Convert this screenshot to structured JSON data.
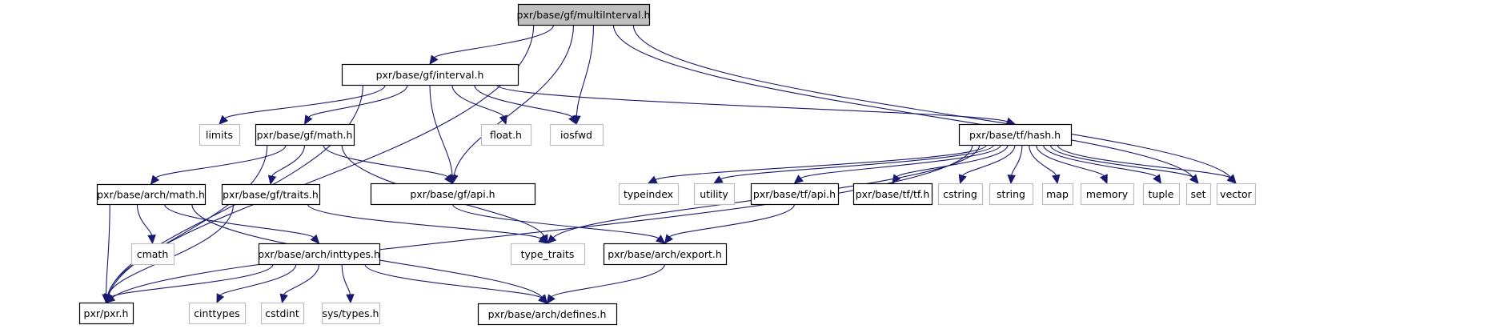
{
  "title": "pxr/base/gf/multiInterval.h include dependency graph",
  "colors": {
    "edge": "#191970",
    "root_fill": "#bfbfbf",
    "internal_border": "#000000",
    "external_border": "#bfbfbf"
  },
  "nodes": [
    {
      "id": "multiInterval",
      "label": "pxr/base/gf/multiInterval.h",
      "kind": "root"
    },
    {
      "id": "interval",
      "label": "pxr/base/gf/interval.h",
      "kind": "internal"
    },
    {
      "id": "limits",
      "label": "limits",
      "kind": "external"
    },
    {
      "id": "gfmath",
      "label": "pxr/base/gf/math.h",
      "kind": "internal"
    },
    {
      "id": "float",
      "label": "float.h",
      "kind": "external"
    },
    {
      "id": "iosfwd",
      "label": "iosfwd",
      "kind": "external"
    },
    {
      "id": "hash",
      "label": "pxr/base/tf/hash.h",
      "kind": "internal"
    },
    {
      "id": "archmath",
      "label": "pxr/base/arch/math.h",
      "kind": "internal"
    },
    {
      "id": "traits",
      "label": "pxr/base/gf/traits.h",
      "kind": "internal"
    },
    {
      "id": "gfapi",
      "label": "pxr/base/gf/api.h",
      "kind": "internal"
    },
    {
      "id": "typeindex",
      "label": "typeindex",
      "kind": "external"
    },
    {
      "id": "utility",
      "label": "utility",
      "kind": "external"
    },
    {
      "id": "tfapi",
      "label": "pxr/base/tf/api.h",
      "kind": "internal"
    },
    {
      "id": "tftf",
      "label": "pxr/base/tf/tf.h",
      "kind": "internal"
    },
    {
      "id": "cstring",
      "label": "cstring",
      "kind": "external"
    },
    {
      "id": "string",
      "label": "string",
      "kind": "external"
    },
    {
      "id": "map",
      "label": "map",
      "kind": "external"
    },
    {
      "id": "memory",
      "label": "memory",
      "kind": "external"
    },
    {
      "id": "tuple",
      "label": "tuple",
      "kind": "external"
    },
    {
      "id": "set",
      "label": "set",
      "kind": "external"
    },
    {
      "id": "vector",
      "label": "vector",
      "kind": "external"
    },
    {
      "id": "cmath",
      "label": "cmath",
      "kind": "external"
    },
    {
      "id": "inttypes",
      "label": "pxr/base/arch/inttypes.h",
      "kind": "internal"
    },
    {
      "id": "type_traits",
      "label": "type_traits",
      "kind": "external"
    },
    {
      "id": "export",
      "label": "pxr/base/arch/export.h",
      "kind": "internal"
    },
    {
      "id": "pxr",
      "label": "pxr/pxr.h",
      "kind": "internal"
    },
    {
      "id": "cinttypes",
      "label": "cinttypes",
      "kind": "external"
    },
    {
      "id": "cstdint",
      "label": "cstdint",
      "kind": "external"
    },
    {
      "id": "systypes",
      "label": "sys/types.h",
      "kind": "external"
    },
    {
      "id": "defines",
      "label": "pxr/base/arch/defines.h",
      "kind": "internal"
    }
  ],
  "edges": [
    [
      "multiInterval",
      "pxr"
    ],
    [
      "multiInterval",
      "interval"
    ],
    [
      "multiInterval",
      "iosfwd"
    ],
    [
      "multiInterval",
      "gfapi"
    ],
    [
      "multiInterval",
      "set"
    ],
    [
      "multiInterval",
      "vector"
    ],
    [
      "interval",
      "pxr"
    ],
    [
      "interval",
      "limits"
    ],
    [
      "interval",
      "gfmath"
    ],
    [
      "interval",
      "float"
    ],
    [
      "interval",
      "iosfwd"
    ],
    [
      "interval",
      "gfapi"
    ],
    [
      "interval",
      "hash"
    ],
    [
      "gfmath",
      "pxr"
    ],
    [
      "gfmath",
      "archmath"
    ],
    [
      "gfmath",
      "traits"
    ],
    [
      "gfmath",
      "gfapi"
    ],
    [
      "gfmath",
      "type_traits"
    ],
    [
      "archmath",
      "pxr"
    ],
    [
      "archmath",
      "cmath"
    ],
    [
      "archmath",
      "inttypes"
    ],
    [
      "archmath",
      "defines"
    ],
    [
      "traits",
      "pxr"
    ],
    [
      "traits",
      "type_traits"
    ],
    [
      "gfapi",
      "export"
    ],
    [
      "hash",
      "pxr"
    ],
    [
      "hash",
      "type_traits"
    ],
    [
      "hash",
      "typeindex"
    ],
    [
      "hash",
      "utility"
    ],
    [
      "hash",
      "tfapi"
    ],
    [
      "hash",
      "tftf"
    ],
    [
      "hash",
      "cstring"
    ],
    [
      "hash",
      "string"
    ],
    [
      "hash",
      "map"
    ],
    [
      "hash",
      "memory"
    ],
    [
      "hash",
      "tuple"
    ],
    [
      "hash",
      "set"
    ],
    [
      "hash",
      "vector"
    ],
    [
      "tfapi",
      "export"
    ],
    [
      "inttypes",
      "pxr"
    ],
    [
      "inttypes",
      "cinttypes"
    ],
    [
      "inttypes",
      "cstdint"
    ],
    [
      "inttypes",
      "systypes"
    ],
    [
      "inttypes",
      "defines"
    ],
    [
      "export",
      "defines"
    ]
  ]
}
